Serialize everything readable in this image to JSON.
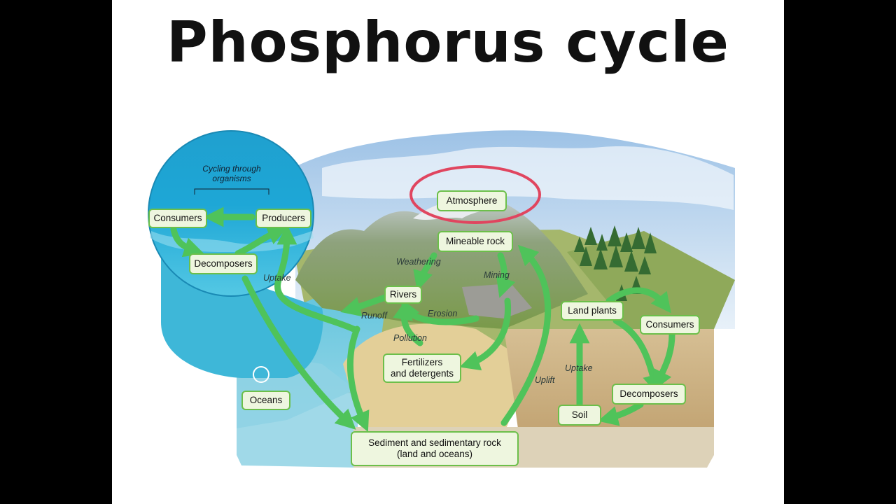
{
  "title": "Phosphorus cycle",
  "circle": {
    "title_line1": "Cycling through",
    "title_line2": "organisms"
  },
  "boxes": {
    "consumers_org": "Consumers",
    "producers": "Producers",
    "decomposers_org": "Decomposers",
    "atmosphere": "Atmosphere",
    "mineable_rock": "Mineable rock",
    "rivers": "Rivers",
    "fertilizers_line1": "Fertilizers",
    "fertilizers_line2": "and detergents",
    "oceans": "Oceans",
    "sediment_line1": "Sediment and sedimentary rock",
    "sediment_line2": "(land and oceans)",
    "land_plants": "Land plants",
    "consumers_land": "Consumers",
    "decomposers_land": "Decomposers",
    "soil": "Soil"
  },
  "labels": {
    "uptake_ocean": "Uptake",
    "weathering": "Weathering",
    "mining": "Mining",
    "runoff": "Runoff",
    "erosion": "Erosion",
    "pollution": "Pollution",
    "uplift": "Uplift",
    "uptake_land": "Uptake"
  },
  "colors": {
    "arrow": "#4fc35a",
    "highlight_circle": "#e0455f",
    "box_border": "#6cbf4a",
    "box_fill": "#eef6df"
  }
}
